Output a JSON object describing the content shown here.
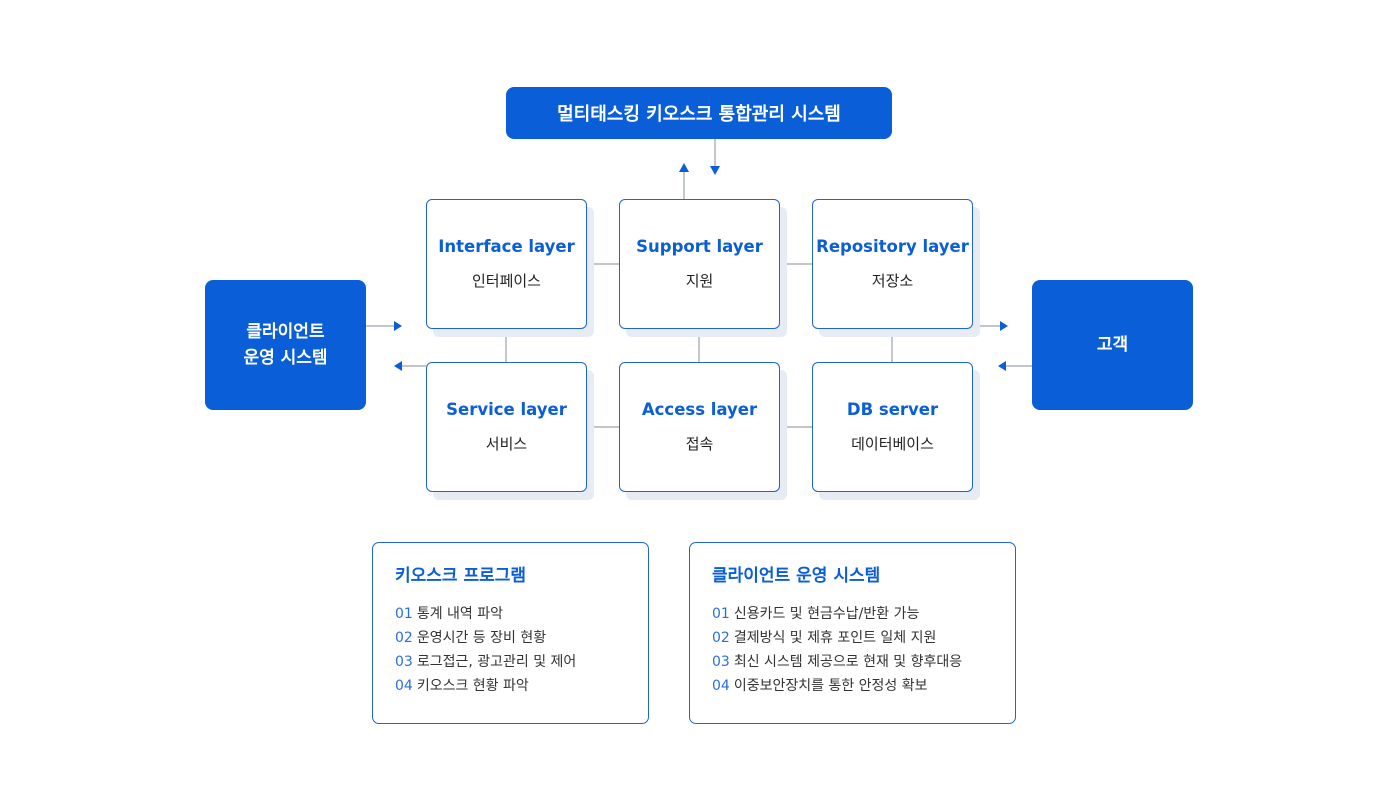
{
  "top_system": "멀티태스킹 키오스크 통합관리 시스템",
  "left_system": [
    "클라이언트",
    "운영 시스템"
  ],
  "right_system": "고객",
  "layers": {
    "interface": {
      "en": "Interface layer",
      "ko": "인터페이스"
    },
    "support": {
      "en": "Support layer",
      "ko": "지원"
    },
    "repository": {
      "en": "Repository layer",
      "ko": "저장소"
    },
    "service": {
      "en": "Service layer",
      "ko": "서비스"
    },
    "access": {
      "en": "Access layer",
      "ko": "접속"
    },
    "db": {
      "en": "DB server",
      "ko": "데이터베이스"
    }
  },
  "kiosk_program": {
    "title": "키오스크 프로그램",
    "items": [
      {
        "num": "01",
        "text": "통계 내역 파악"
      },
      {
        "num": "02",
        "text": "운영시간 등 장비 현황"
      },
      {
        "num": "03",
        "text": "로그접근, 광고관리 및 제어"
      },
      {
        "num": "04",
        "text": "키오스크 현황 파악"
      }
    ]
  },
  "client_system": {
    "title": "클라이언트 운영 시스템",
    "items": [
      {
        "num": "01",
        "text": "신용카드 및 현금수납/반환 가능"
      },
      {
        "num": "02",
        "text": "결제방식 및 제휴 포인트 일체 지원"
      },
      {
        "num": "03",
        "text": "최신 시스템 제공으로 현재 및 향후대응"
      },
      {
        "num": "04",
        "text": "이중보안장치를 통한 안정성 확보"
      }
    ]
  },
  "colors": {
    "primary": "#0a5ed7",
    "shadow": "#e6ebf4",
    "line": "#9aa3ad"
  }
}
